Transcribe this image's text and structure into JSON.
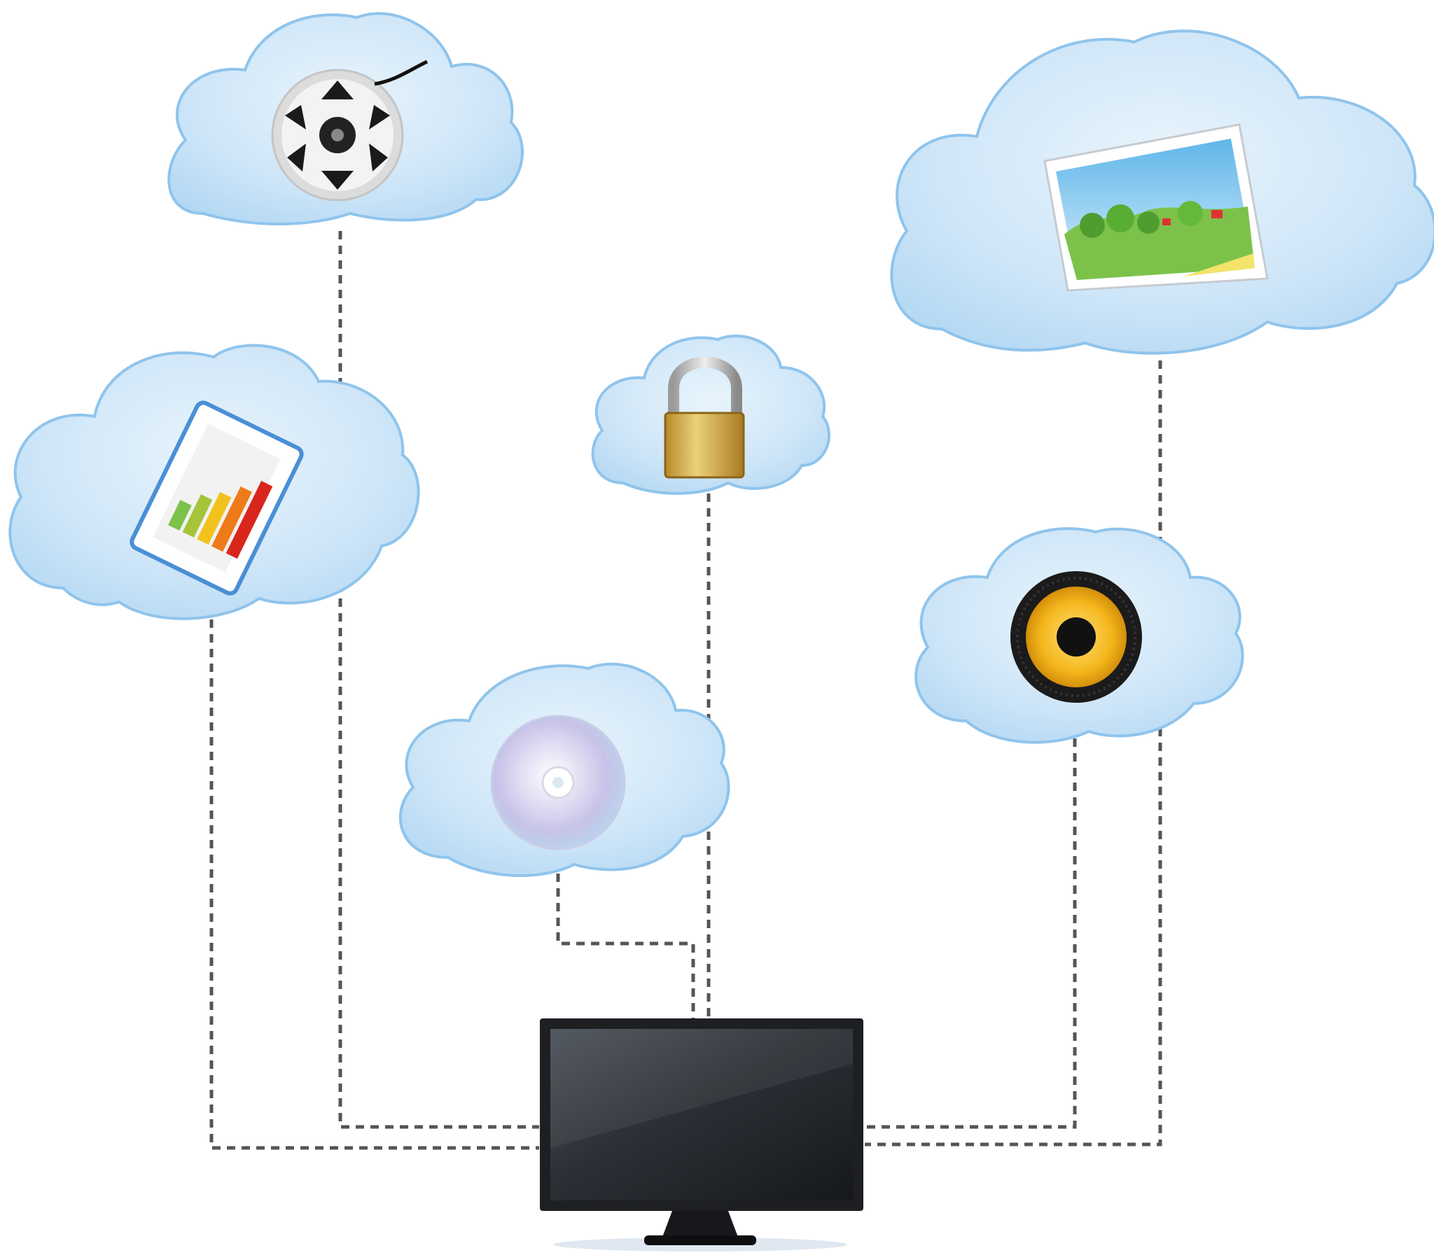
{
  "diagram": {
    "hub": {
      "id": "monitor",
      "icon": "monitor-icon"
    },
    "nodes": [
      {
        "id": "film",
        "icon": "film-reel-icon"
      },
      {
        "id": "photo",
        "icon": "photo-icon"
      },
      {
        "id": "chart",
        "icon": "bar-chart-document-icon"
      },
      {
        "id": "security",
        "icon": "padlock-icon"
      },
      {
        "id": "disc",
        "icon": "disc-icon"
      },
      {
        "id": "audio",
        "icon": "speaker-icon"
      }
    ],
    "connectors": [
      {
        "from": "film",
        "to": "monitor",
        "style": "dashed"
      },
      {
        "from": "chart",
        "to": "monitor",
        "style": "dashed"
      },
      {
        "from": "security",
        "to": "monitor",
        "style": "dashed"
      },
      {
        "from": "disc",
        "to": "monitor",
        "style": "dashed"
      },
      {
        "from": "audio",
        "to": "monitor",
        "style": "dashed"
      },
      {
        "from": "photo",
        "to": "monitor",
        "style": "dashed"
      }
    ],
    "colors": {
      "cloud_fill": "#c9e3f7",
      "cloud_edge": "#8fc4ec",
      "connector": "#555555",
      "monitor_body": "#1d1f22",
      "lock_gold": "#d9b24a",
      "speaker_yellow": "#f2b41c"
    }
  }
}
